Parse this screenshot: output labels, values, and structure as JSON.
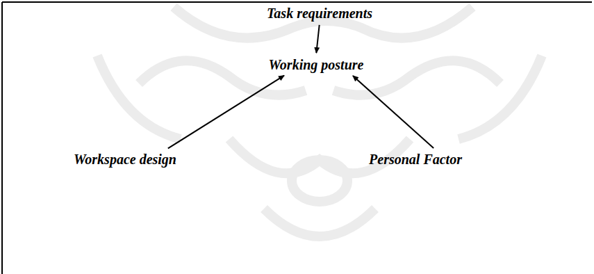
{
  "diagram": {
    "nodes": [
      {
        "text": [
          "Task requirements"
        ]
      },
      {
        "text": [
          "Working posture"
        ]
      },
      {
        "text": [
          "Workspace design"
        ]
      },
      {
        "text": [
          "Personal Factor"
        ]
      }
    ],
    "edges": [
      {
        "from": 0,
        "to": 1,
        "arrow": "to"
      },
      {
        "from": 2,
        "to": 1,
        "arrow": "to"
      },
      {
        "from": 3,
        "to": 1,
        "arrow": "to"
      }
    ]
  }
}
